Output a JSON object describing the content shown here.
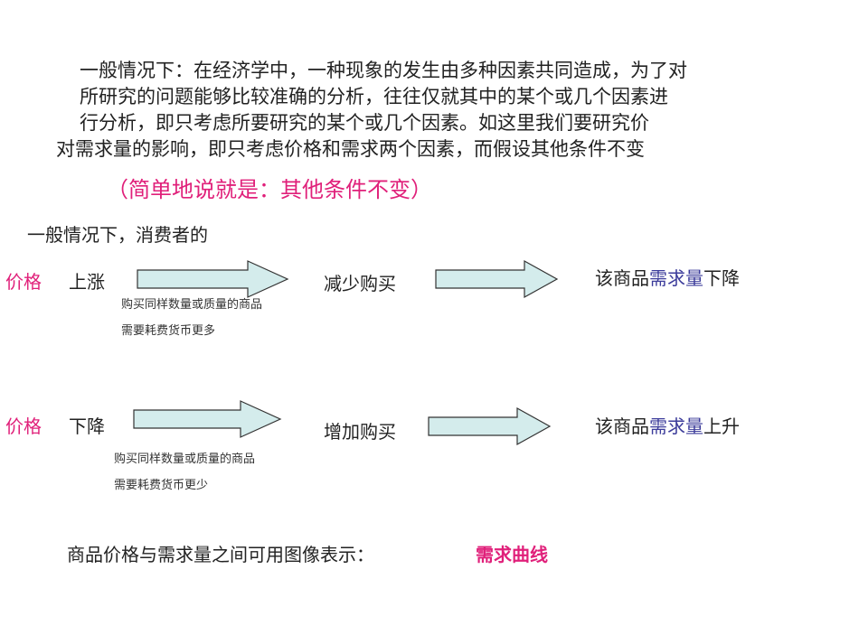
{
  "intro": {
    "line1": "一般情况下：在经济学中，一种现象的发生由多种因素共同造成，为了对",
    "line2": "所研究的问题能够比较准确的分析，往往仅就其中的某个或几个因素进",
    "line3": "行分析，即只考虑所要研究的某个或几个因素。如这里我们要研究价",
    "line4": "对需求量的影响，即只考虑价格和需求两个因素，而假设其他条件不变"
  },
  "note": "（简单地说就是：其他条件不变）",
  "section_label": "一般情况下，消费者的",
  "row1": {
    "left_label": "价格",
    "action": "上涨",
    "reason1": "购买同样数量或质量的商品",
    "reason2": "需要耗费货币更多",
    "middle": "减少购买",
    "result_prefix": "该商品",
    "result_keyword": "需求量",
    "result_suffix": "下降"
  },
  "row2": {
    "left_label": "价格",
    "action": "下降",
    "reason1": "购买同样数量或质量的商品",
    "reason2": "需要耗费货币更少",
    "middle": "增加购买",
    "result_prefix": "该商品",
    "result_keyword": "需求量",
    "result_suffix": "上升"
  },
  "footer": {
    "text": "商品价格与需求量之间可用图像表示：",
    "term": "需求曲线"
  },
  "colors": {
    "accent_pink": "#e0207a",
    "keyword_blue": "#3b3b9a",
    "arrow_fill": "#d4ecec",
    "arrow_stroke": "#333333"
  }
}
